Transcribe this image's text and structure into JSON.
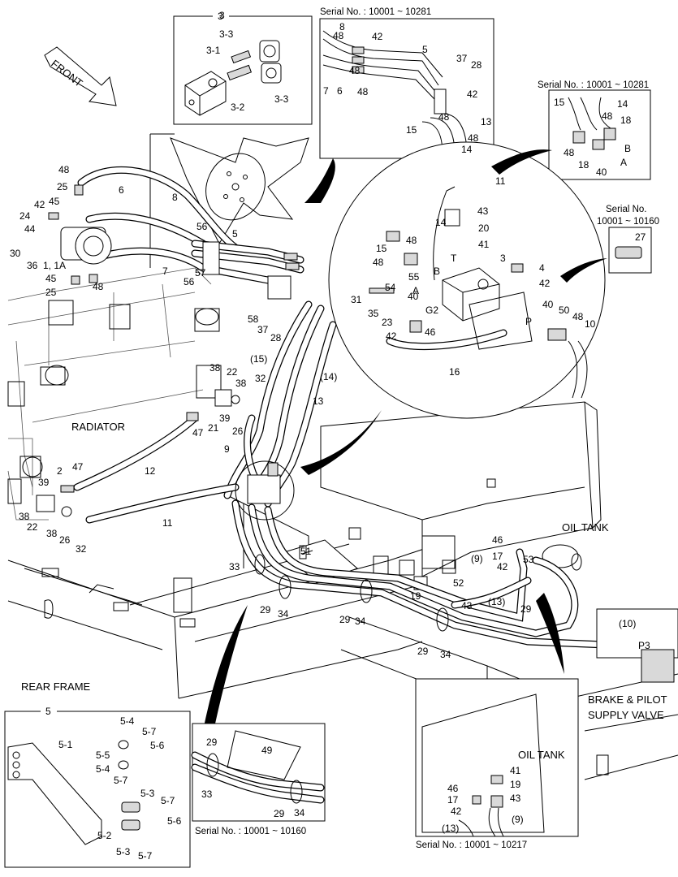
{
  "diagram": {
    "front_label": "FRONT",
    "area_labels": {
      "radiator": "RADIATOR",
      "oil_tank": "OIL TANK",
      "rear_frame": "REAR FRAME",
      "brake_line1": "BRAKE & PILOT",
      "brake_line2": "SUPPLY VALVE",
      "oil_tank_inset": "OIL TANK"
    },
    "serials": {
      "top_center": "Serial No. : 10001 ~ 10281",
      "top_right": "Serial No. : 10001 ~ 10281",
      "mid_right_1": "Serial No.",
      "mid_right_2": "10001 ~ 10160",
      "bottom_center": "Serial No. : 10001 ~ 10160",
      "bottom_right": "Serial No. : 10001 ~ 10217"
    },
    "box_titles": {
      "box3": "3",
      "box5": "5"
    },
    "colors": {
      "line": "#000000",
      "shade": "#d9d9d9",
      "background": "#ffffff"
    }
  }
}
